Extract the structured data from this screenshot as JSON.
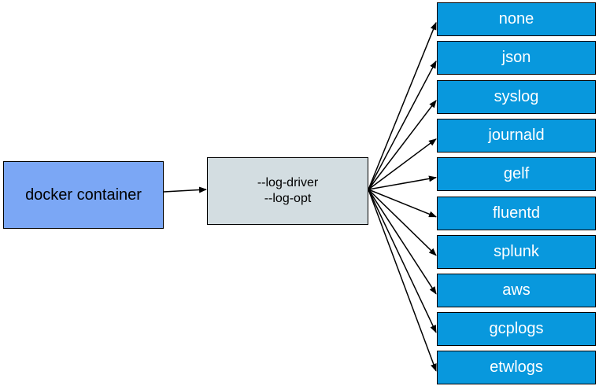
{
  "source": {
    "label": "docker container"
  },
  "options": {
    "lines": [
      "--log-driver",
      "--log-opt"
    ]
  },
  "drivers": [
    {
      "label": "none"
    },
    {
      "label": "json"
    },
    {
      "label": "syslog"
    },
    {
      "label": "journald"
    },
    {
      "label": "gelf"
    },
    {
      "label": "fluentd"
    },
    {
      "label": "splunk"
    },
    {
      "label": "aws"
    },
    {
      "label": "gcplogs"
    },
    {
      "label": "etwlogs"
    }
  ],
  "colors": {
    "source_fill": "#7ba7f5",
    "options_fill": "#d3dde1",
    "driver_fill": "#0898dd",
    "driver_text": "#ffffff",
    "line": "#000000"
  }
}
